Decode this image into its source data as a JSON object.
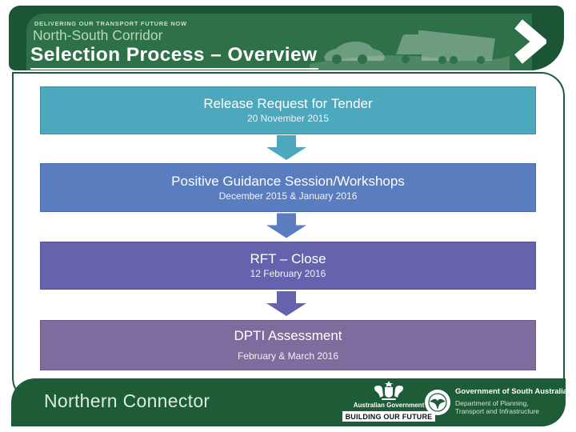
{
  "header": {
    "eyebrow": "DELIVERING OUR TRANSPORT FUTURE NOW",
    "program": "North-South Corridor",
    "title": "Selection Process – Overview"
  },
  "flow_steps": [
    {
      "title": "Release Request for Tender",
      "date": "20 November 2015",
      "color": "#4BA8BD"
    },
    {
      "title": "Positive Guidance Session/Workshops",
      "date": "December 2015 & January 2016",
      "color": "#5A7DC0"
    },
    {
      "title": "RFT – Close",
      "date": "12 February 2016",
      "color": "#6562AE"
    },
    {
      "title": "DPTI Assessment",
      "date": "February & March 2016",
      "color": "#7D6C9D"
    }
  ],
  "footer": {
    "project": "Northern Connector",
    "australian_government": "Australian Government",
    "badge": "BUILDING OUR FUTURE",
    "sa_government": "Government of South Australia",
    "department_line1": "Department of Planning,",
    "department_line2": "Transport and Infrastructure"
  },
  "icons": {
    "chevron": "chevron-right-icon",
    "vehicles": "car-and-truck-graphic",
    "flow_arrow": "arrow-down-icon",
    "crest": "australian-government-crest-icon",
    "sa_logo": "sa-piping-shrike-logo-icon"
  },
  "palette": {
    "header_green_dark": "#1B5535",
    "header_green": "#2E7149",
    "footer_green": "#1E5C38",
    "frame_border_green": "#1E5B3B",
    "step1_teal": "#4BA8BD",
    "step2_blue": "#5A7DC0",
    "step3_violet": "#6562AE",
    "step4_purple": "#7D6C9D"
  }
}
